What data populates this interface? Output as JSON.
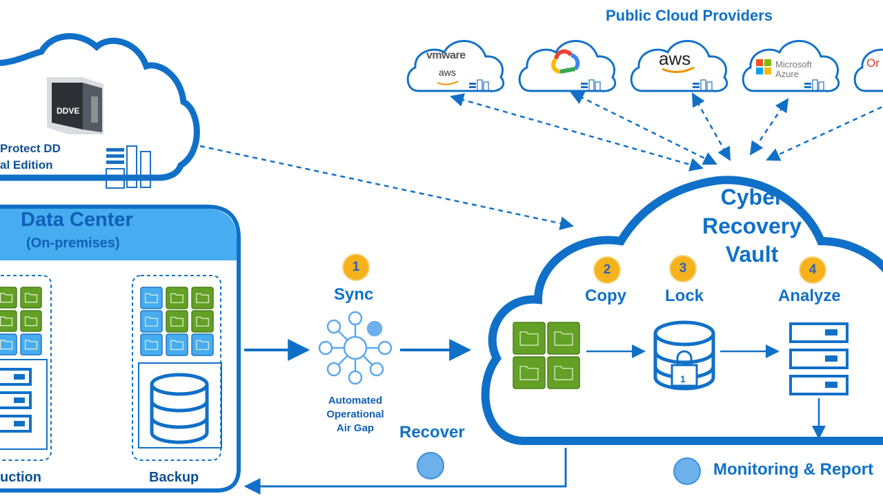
{
  "title": "Public Cloud Providers",
  "providers": [
    {
      "name": "vmware",
      "logo_lines": [
        "vmware",
        "aws"
      ]
    },
    {
      "name": "google-cloud",
      "logo_lines": []
    },
    {
      "name": "aws",
      "logo_lines": [
        "aws"
      ]
    },
    {
      "name": "microsoft-azure",
      "logo_lines": [
        "Microsoft",
        "Azure"
      ]
    },
    {
      "name": "oracle",
      "logo_lines": [
        "Or"
      ]
    }
  ],
  "ddve": {
    "box_label": "DDVE",
    "label_line1": "Protect DD",
    "label_line2": "al Edition"
  },
  "datacenter": {
    "title": "Data Center",
    "subtitle": "(On-premises)",
    "production_label": "uction",
    "backup_label": "Backup"
  },
  "steps": [
    {
      "number": "1",
      "label": "Sync"
    },
    {
      "number": "2",
      "label": "Copy"
    },
    {
      "number": "3",
      "label": "Lock"
    },
    {
      "number": "4",
      "label": "Analyze"
    }
  ],
  "airgap": {
    "line1": "Automated",
    "line2": "Operational",
    "line3": "Air Gap"
  },
  "vault": {
    "line1": "Cyber",
    "line2": "Recovery",
    "line3": "Vault"
  },
  "recover_label": "Recover",
  "monitoring_label": "Monitoring & Report",
  "lock_number": "1",
  "colors": {
    "primary": "#1070c8",
    "light_blue": "#47acf0",
    "green": "#63a026",
    "badge": "#f5b21d",
    "dot": "#6cb0ec"
  }
}
